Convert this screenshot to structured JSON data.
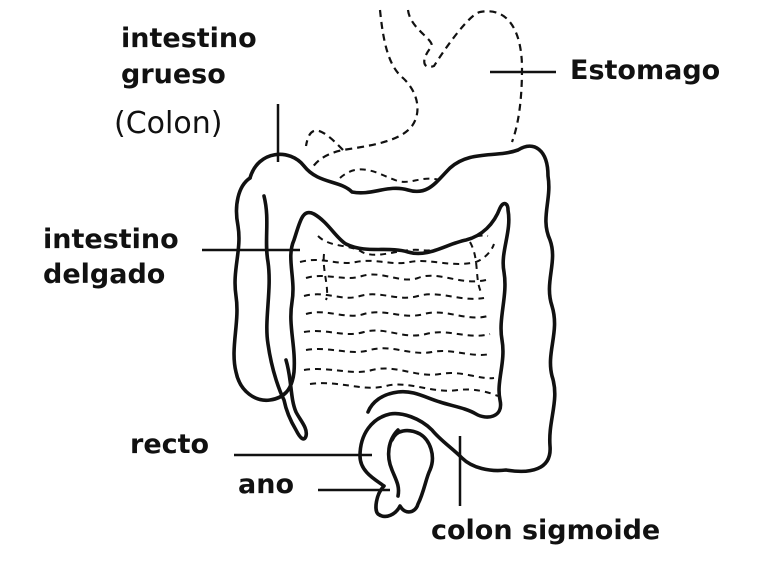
{
  "labels": {
    "intestino_grueso_1": "intestino",
    "intestino_grueso_2": "grueso",
    "colon_paren": "(Colon)",
    "estomago": "Estomago",
    "intestino_delgado_1": "intestino",
    "intestino_delgado_2": "delgado",
    "recto": "recto",
    "ano": "ano",
    "colon_sigmoide": "colon sigmoide"
  },
  "colors": {
    "ink": "#111111",
    "background": "#ffffff"
  }
}
